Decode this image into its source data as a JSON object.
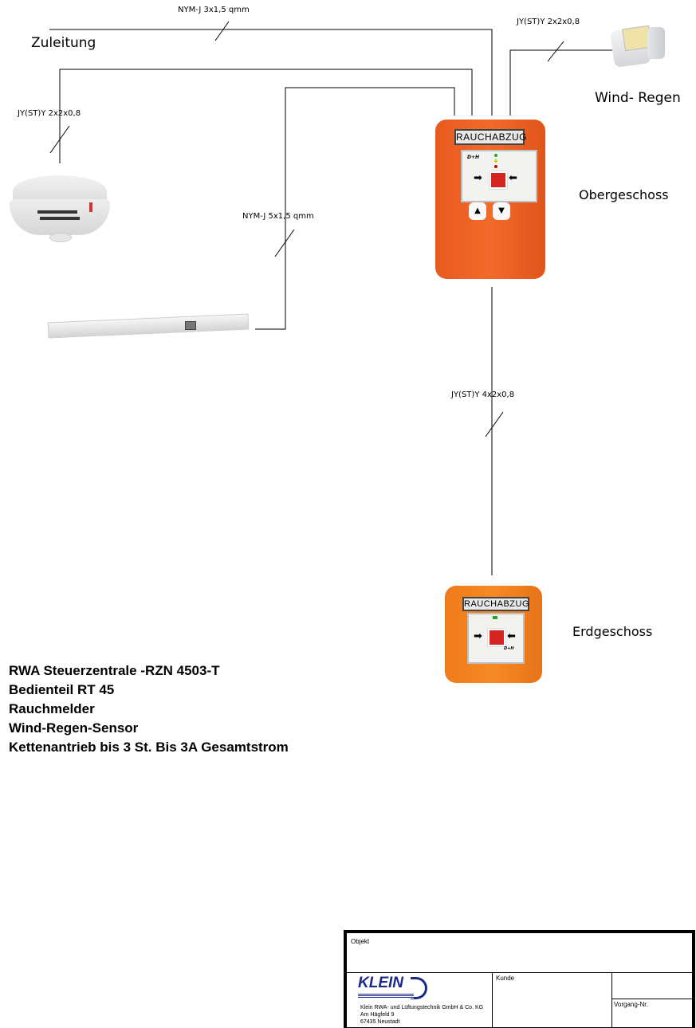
{
  "labels": {
    "zuleitung": "Zuleitung",
    "wind_regen": "Wind- Regen",
    "obergeschoss": "Obergeschoss",
    "erdgeschoss": "Erdgeschoss"
  },
  "cables": {
    "supply": "NYM-J 3x1,5 qmm",
    "smoke_detector": "JY(ST)Y 2x2x0,8",
    "actuator": "NYM-J 5x1,5 qmm",
    "wind_sensor": "JY(ST)Y 2x2x0,8",
    "control_panel": "JY(ST)Y 4x2x0,8"
  },
  "devices": {
    "upper_sign": "RAUCHABZUG",
    "lower_sign": "RAUCHABZUG",
    "brand": "D+H"
  },
  "legend": [
    "RWA Steuerzentrale -RZN 4503-T",
    "Bedienteil RT 45",
    "Rauchmelder",
    "Wind-Regen-Sensor",
    "Kettenantrieb bis 3 St. Bis 3A Gesamtstrom"
  ],
  "titleblock": {
    "objekt": "Objekt",
    "kunde": "Kunde",
    "vorgang": "Vorgang-Nr.",
    "logo": "KLEIN",
    "company": "Klein RWA- und Lüftungstechnik GmbH & Co. KG",
    "street": "Am Hägfeld 9",
    "city": "67435 Neustadt"
  }
}
